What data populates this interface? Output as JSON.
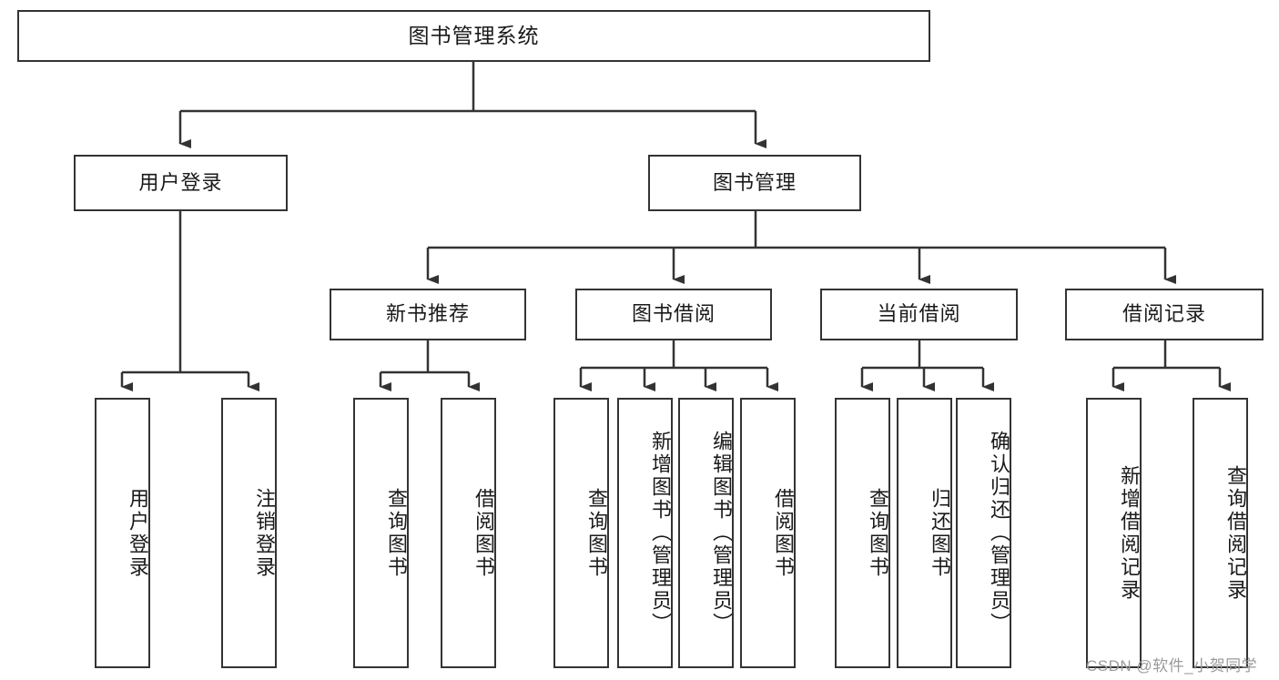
{
  "diagram": {
    "title": "图书管理系统",
    "type": "tree-hierarchy",
    "root": {
      "label": "图书管理系统"
    },
    "level2": [
      {
        "label": "用户登录"
      },
      {
        "label": "图书管理"
      }
    ],
    "level3": [
      {
        "label": "新书推荐"
      },
      {
        "label": "图书借阅"
      },
      {
        "label": "当前借阅"
      },
      {
        "label": "借阅记录"
      }
    ],
    "leaves": {
      "user_login": [
        {
          "label": "用户登录"
        },
        {
          "label": "注销登录"
        }
      ],
      "new_book_recommend": [
        {
          "label": "查询图书"
        },
        {
          "label": "借阅图书"
        }
      ],
      "book_borrow": [
        {
          "label": "查询图书"
        },
        {
          "label": "新增图书（管理员）"
        },
        {
          "label": "编辑图书（管理员）"
        },
        {
          "label": "借阅图书"
        }
      ],
      "current_borrow": [
        {
          "label": "查询图书"
        },
        {
          "label": "归还图书"
        },
        {
          "label": "确认归还（管理员）"
        }
      ],
      "borrow_record": [
        {
          "label": "新增借阅记录"
        },
        {
          "label": "查询借阅记录"
        }
      ]
    }
  },
  "watermark": {
    "text": "CSDN @软件_小贺同学"
  },
  "colors": {
    "stroke": "#333333",
    "background": "#ffffff",
    "text": "#1a1a1a",
    "watermark": "#9a9a9a"
  }
}
